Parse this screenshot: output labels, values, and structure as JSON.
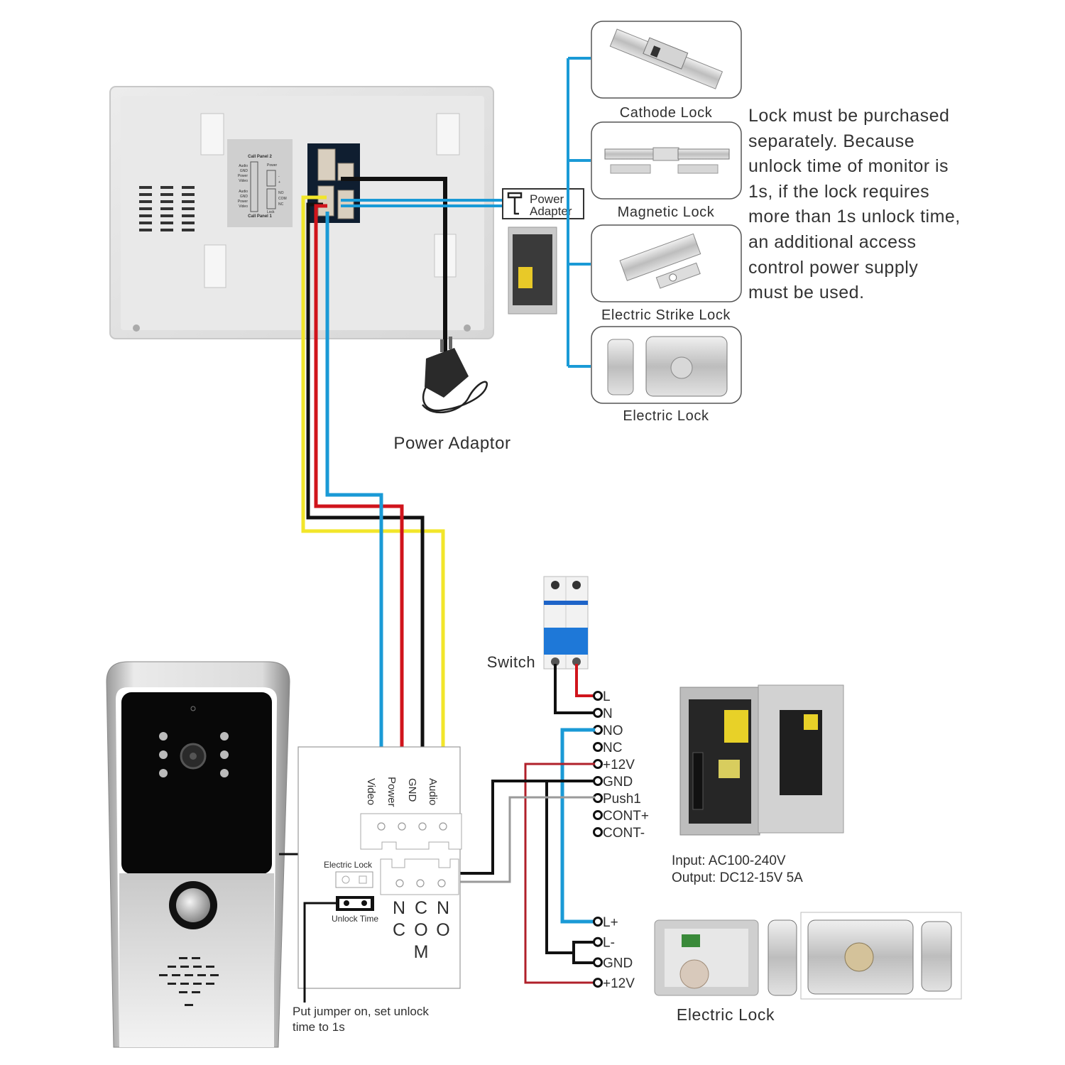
{
  "monitor": {
    "label_panel": {
      "title_top": "Call Panel 2",
      "title_bottom": "Call Panel 1",
      "left_pins_top": [
        "Audio",
        "GND",
        "Power",
        "Video"
      ],
      "left_pins_bottom": [
        "Audio",
        "GND",
        "Power",
        "Video"
      ],
      "right_power_title": "Power",
      "right_power_pins": [
        "-",
        "+"
      ],
      "right_lock_pins": [
        "NO",
        "COM",
        "NC"
      ],
      "right_lock_title": "Lock"
    }
  },
  "power_adapter_box": {
    "line1": "Power",
    "line2": "Adapter"
  },
  "power_adaptor_label": "Power Adaptor",
  "locks": [
    {
      "name": "Cathode Lock"
    },
    {
      "name": "Magnetic Lock"
    },
    {
      "name": "Electric Strike Lock"
    },
    {
      "name": "Electric Lock"
    }
  ],
  "note_lines": [
    "Lock must be purchased",
    "separately. Because",
    "unlock time of monitor is",
    "1s, if the lock requires",
    "more than 1s unlock time,",
    "an additional access",
    "control power supply",
    "must be used."
  ],
  "switch_label": "Switch",
  "psu_terminals": [
    "L",
    "N",
    "NO",
    "NC",
    "+12V",
    "GND",
    "Push1",
    "CONT+",
    "CONT-"
  ],
  "psu_specs": {
    "input": "Input: AC100-240V",
    "output": "Output: DC12-15V 5A"
  },
  "lock_terminals": [
    "L+",
    "L-",
    "GND",
    "+12V"
  ],
  "electric_lock_label": "Electric Lock",
  "call_panel_board": {
    "wire_labels": [
      "Video",
      "Power",
      "GND",
      "Audio"
    ],
    "electric_lock_label": "Electric Lock",
    "unlock_time_label": "Unlock Time",
    "relay_labels": [
      [
        "N",
        "C"
      ],
      [
        "C",
        "O",
        "M"
      ],
      [
        "N",
        "O"
      ]
    ]
  },
  "jumper_note": [
    "Put jumper on, set unlock",
    "time to 1s"
  ],
  "colors": {
    "video": "#1a9ad6",
    "power": "#d0141c",
    "gnd": "#111111",
    "audio": "#f2e62a",
    "push": "#9a9a9a",
    "lock_bus": "#1a9ad6"
  }
}
